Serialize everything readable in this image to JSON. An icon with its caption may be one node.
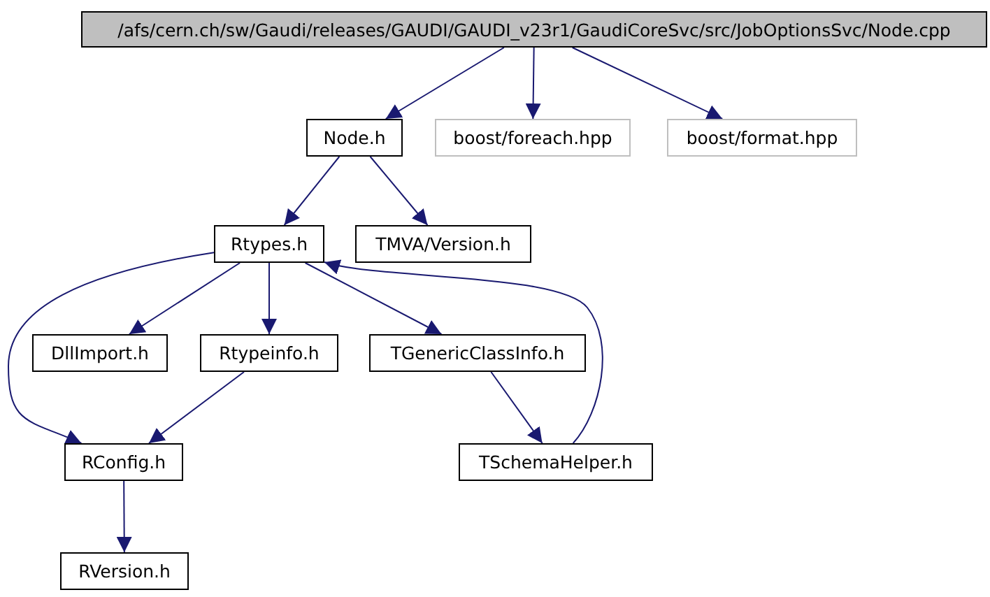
{
  "diagram": {
    "nodes": [
      {
        "text": [
          "/afs/cern.ch/sw/Gaudi/releases/GAUDI/GAUDI_v23r1/GaudiCoreSvc/src/JobOptionsSvc/Node.cpp"
        ]
      },
      {
        "text": [
          "Node.h"
        ]
      },
      {
        "text": [
          "boost/foreach.hpp"
        ]
      },
      {
        "text": [
          "boost/format.hpp"
        ]
      },
      {
        "text": [
          "Rtypes.h"
        ]
      },
      {
        "text": [
          "TMVA/Version.h"
        ]
      },
      {
        "text": [
          "DllImport.h"
        ]
      },
      {
        "text": [
          "Rtypeinfo.h"
        ]
      },
      {
        "text": [
          "TGenericClassInfo.h"
        ]
      },
      {
        "text": [
          "RConfig.h"
        ]
      },
      {
        "text": [
          "TSchemaHelper.h"
        ]
      },
      {
        "text": [
          "RVersion.h"
        ]
      }
    ],
    "edges": [
      {
        "from": 0,
        "to": 1,
        "arrow": "to"
      },
      {
        "from": 0,
        "to": 2,
        "arrow": "to"
      },
      {
        "from": 0,
        "to": 3,
        "arrow": "to"
      },
      {
        "from": 1,
        "to": 4,
        "arrow": "to"
      },
      {
        "from": 1,
        "to": 5,
        "arrow": "to"
      },
      {
        "from": 4,
        "to": 9,
        "arrow": "to"
      },
      {
        "from": 4,
        "to": 6,
        "arrow": "to"
      },
      {
        "from": 4,
        "to": 7,
        "arrow": "to"
      },
      {
        "from": 4,
        "to": 8,
        "arrow": "to"
      },
      {
        "from": 7,
        "to": 9,
        "arrow": "to"
      },
      {
        "from": 8,
        "to": 10,
        "arrow": "to"
      },
      {
        "from": 10,
        "to": 4,
        "arrow": "to"
      },
      {
        "from": 9,
        "to": 11,
        "arrow": "to"
      }
    ]
  }
}
